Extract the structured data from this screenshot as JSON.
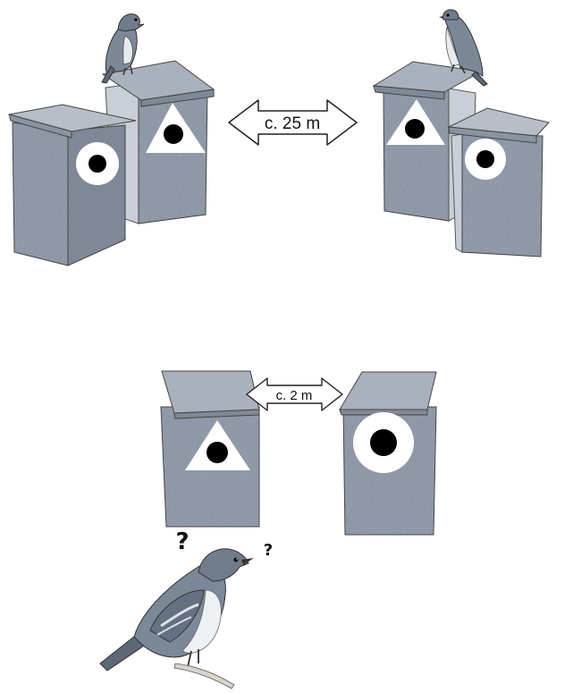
{
  "distances": {
    "far": "c. 25 m",
    "near": "c. 2 m"
  },
  "marks": {
    "question": "?"
  },
  "colors": {
    "box_front": "#8f99a7",
    "box_side": "#c3c9d1",
    "box_roof": "#a9b1bc",
    "bird_body": "#7b8898",
    "ink": "#111111"
  },
  "icons": {
    "entrance_symbol_a": "triangle-with-hole",
    "entrance_symbol_b": "circle-with-hole"
  }
}
